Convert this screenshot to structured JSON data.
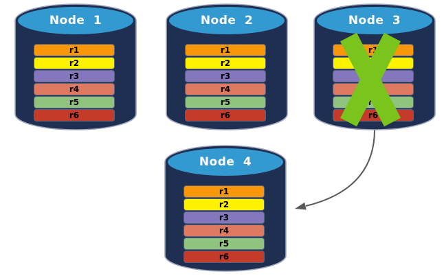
{
  "diagram": {
    "nodes": [
      {
        "name": "Node 1",
        "status": "active"
      },
      {
        "name": "Node 2",
        "status": "active"
      },
      {
        "name": "Node 3",
        "status": "failed"
      },
      {
        "name": "Node 4",
        "status": "active"
      }
    ],
    "records": [
      {
        "label": "r1",
        "color": "#F79709"
      },
      {
        "label": "r2",
        "color": "#FFF200"
      },
      {
        "label": "r3",
        "color": "#8477BE"
      },
      {
        "label": "r4",
        "color": "#DE7A62"
      },
      {
        "label": "r5",
        "color": "#8FC37E"
      },
      {
        "label": "r6",
        "color": "#C43B2A"
      }
    ],
    "colors": {
      "cylinder_body": "#1F2F52",
      "cylinder_top": "#3399D1",
      "cylinder_outline": "#9EA7BE",
      "failure_mark": "#79C41D",
      "arrow": "#595959"
    }
  }
}
